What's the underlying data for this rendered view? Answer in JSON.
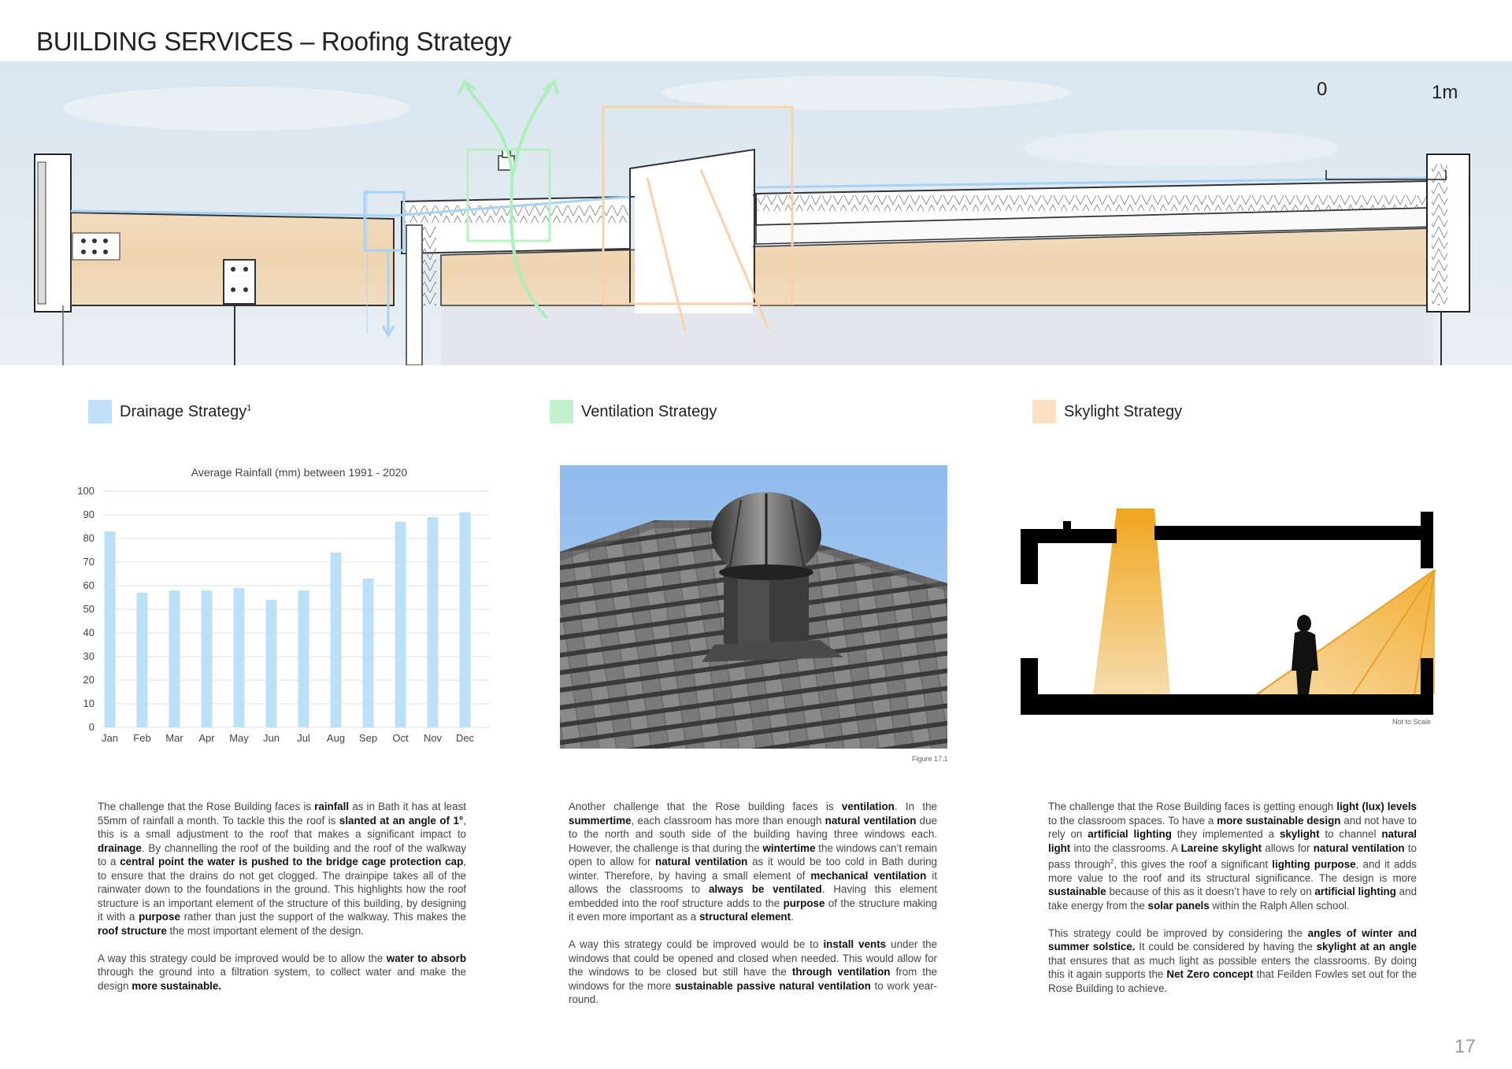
{
  "page": {
    "title": "BUILDING SERVICES – Roofing Strategy",
    "page_number": "17"
  },
  "section": {
    "scale_zero": "0",
    "scale_one": "1m"
  },
  "legend": [
    {
      "label": "Drainage Strategy",
      "sup": "1",
      "color": "#bfe0f8"
    },
    {
      "label": "Ventilation Strategy",
      "sup": "",
      "color": "#c2f2cc"
    },
    {
      "label": "Skylight Strategy",
      "sup": "",
      "color": "#fbe0c4"
    }
  ],
  "colors": {
    "bar": "#bde0f9",
    "timber": "#efd6b4",
    "sky": "#dfe9f1",
    "skylight_orange": "#f0b23c"
  },
  "chart_data": {
    "type": "bar",
    "title": "Average Rainfall (mm) between 1991 - 2020",
    "categories": [
      "Jan",
      "Feb",
      "Mar",
      "Apr",
      "May",
      "Jun",
      "Jul",
      "Aug",
      "Sep",
      "Oct",
      "Nov",
      "Dec"
    ],
    "values": [
      83,
      57,
      58,
      58,
      59,
      54,
      58,
      74,
      63,
      87,
      89,
      91
    ],
    "ylim": [
      0,
      100
    ],
    "yticks": [
      0,
      10,
      20,
      30,
      40,
      50,
      60,
      70,
      80,
      90,
      100
    ],
    "grid": true
  },
  "captions": {
    "figure": "Figure 17.1",
    "not_to_scale": "Not to Scale"
  },
  "text": {
    "drainage": {
      "p1": [
        {
          "t": "The challenge that the Rose Building faces is "
        },
        {
          "t": "rainfall",
          "b": true
        },
        {
          "t": " as in Bath it has at least 55mm of rainfall a month. To tackle this the roof is "
        },
        {
          "t": "slanted at an angle of 1°",
          "b": true
        },
        {
          "t": ", this is a small adjustment to the roof that makes a significant impact to "
        },
        {
          "t": "drainage",
          "b": true
        },
        {
          "t": ". By channelling the roof of the building and the roof of the walkway to a "
        },
        {
          "t": "central point the water is pushed to the bridge cage protection cap",
          "b": true
        },
        {
          "t": ", to ensure that the drains do not get clogged. The drainpipe takes all of the rainwater down to the foundations in the ground. This highlights how the roof structure is an important element of the structure of this building, by designing it with a "
        },
        {
          "t": "purpose",
          "b": true
        },
        {
          "t": " rather than just the support of the walkway. This makes the "
        },
        {
          "t": "roof structure",
          "b": true
        },
        {
          "t": " the most important element of the design."
        }
      ],
      "p2": [
        {
          "t": "A way this strategy could be improved would be to allow the "
        },
        {
          "t": "water to absorb",
          "b": true
        },
        {
          "t": " through the ground into a filtration system, to collect water and make the design "
        },
        {
          "t": "more sustainable.",
          "b": true
        }
      ]
    },
    "ventilation": {
      "p1": [
        {
          "t": "Another challenge that the Rose building faces is "
        },
        {
          "t": "ventilation",
          "b": true
        },
        {
          "t": ". In the "
        },
        {
          "t": "summertime",
          "b": true
        },
        {
          "t": ", each classroom has more than enough "
        },
        {
          "t": "natural ventilation",
          "b": true
        },
        {
          "t": " due to the north and south side of the building having three windows each. However, the challenge is that during the "
        },
        {
          "t": "wintertime",
          "b": true
        },
        {
          "t": " the windows can’t remain open to allow for "
        },
        {
          "t": "natural ventilation",
          "b": true
        },
        {
          "t": " as it would be too cold in Bath during winter. Therefore, by having a small element of "
        },
        {
          "t": "mechanical ventilation",
          "b": true
        },
        {
          "t": " it allows the classrooms to "
        },
        {
          "t": "always be ventilated",
          "b": true
        },
        {
          "t": ". Having this element embedded into the roof structure adds to the "
        },
        {
          "t": "purpose",
          "b": true
        },
        {
          "t": " of the structure making it even more important as a "
        },
        {
          "t": "structural element",
          "b": true
        },
        {
          "t": "."
        }
      ],
      "p2": [
        {
          "t": "A way this strategy could be improved would be to "
        },
        {
          "t": "install vents",
          "b": true
        },
        {
          "t": " under the windows that could be opened and closed when needed. This would allow for the windows to be closed but still have the "
        },
        {
          "t": "through ventilation",
          "b": true
        },
        {
          "t": " from the windows for the more "
        },
        {
          "t": "sustainable passive natural ventilation",
          "b": true
        },
        {
          "t": " to work year-round."
        }
      ]
    },
    "skylight": {
      "p1": [
        {
          "t": "The challenge that the Rose Building faces is getting enough "
        },
        {
          "t": "light (lux) levels",
          "b": true
        },
        {
          "t": " to the classroom spaces. To have a "
        },
        {
          "t": "more sustainable design",
          "b": true
        },
        {
          "t": " and not have to rely on "
        },
        {
          "t": "artificial lighting",
          "b": true
        },
        {
          "t": " they implemented a "
        },
        {
          "t": "skylight",
          "b": true
        },
        {
          "t": " to channel "
        },
        {
          "t": "natural light",
          "b": true
        },
        {
          "t": " into the classrooms. A "
        },
        {
          "t": "Lareine skylight",
          "b": true
        },
        {
          "t": " allows for "
        },
        {
          "t": "natural ventilation",
          "b": true
        },
        {
          "t": " to pass through"
        },
        {
          "t": "2",
          "sup": true
        },
        {
          "t": ", this gives the roof a significant "
        },
        {
          "t": "lighting purpose",
          "b": true
        },
        {
          "t": ", and it adds more value to the roof and its structural significance. The design is more "
        },
        {
          "t": "sustainable",
          "b": true
        },
        {
          "t": " because of this as it doesn’t have to rely on "
        },
        {
          "t": "artificial lighting",
          "b": true
        },
        {
          "t": " and take energy from the "
        },
        {
          "t": "solar panels",
          "b": true
        },
        {
          "t": " within the Ralph Allen school."
        }
      ],
      "p2": [
        {
          "t": "This strategy could be improved by considering the "
        },
        {
          "t": "angles of winter and summer solstice.",
          "b": true
        },
        {
          "t": " It could be considered by having the "
        },
        {
          "t": "skylight at an angle",
          "b": true
        },
        {
          "t": " that ensures that as much light as possible enters the classrooms. By doing this it again supports the "
        },
        {
          "t": "Net Zero concept",
          "b": true
        },
        {
          "t": " that Feilden Fowles set out for the Rose Building to achieve."
        }
      ]
    }
  }
}
